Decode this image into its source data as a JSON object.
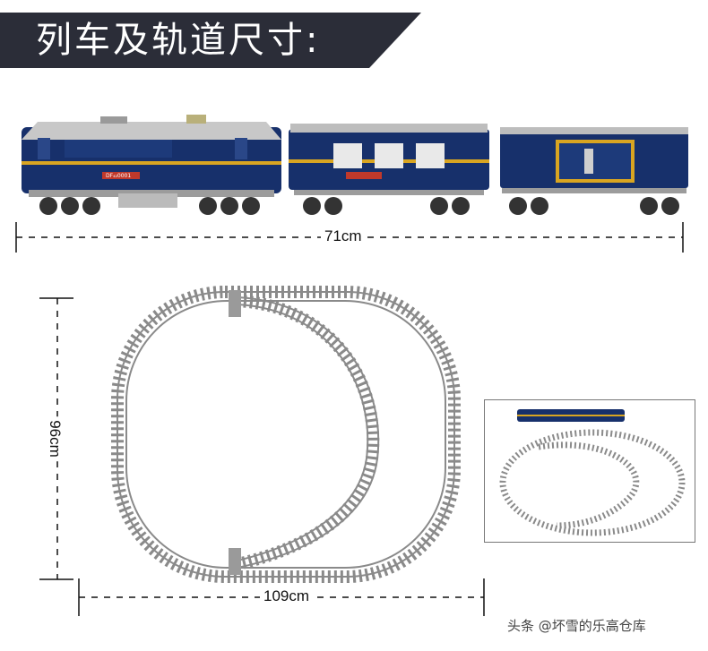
{
  "banner": {
    "title": "列车及轨道尺寸:"
  },
  "train": {
    "plate": "DF₄₂0001"
  },
  "dimensions": {
    "train_length": "71cm",
    "track_height": "96cm",
    "track_width": "109cm"
  },
  "watermark": {
    "text": "头条 @坏雪的乐高仓库"
  },
  "colors": {
    "banner_bg": "#2b2d38",
    "train_blue": "#17306b",
    "train_stripe": "#d9a521",
    "track_gray": "#8a8a8a"
  }
}
